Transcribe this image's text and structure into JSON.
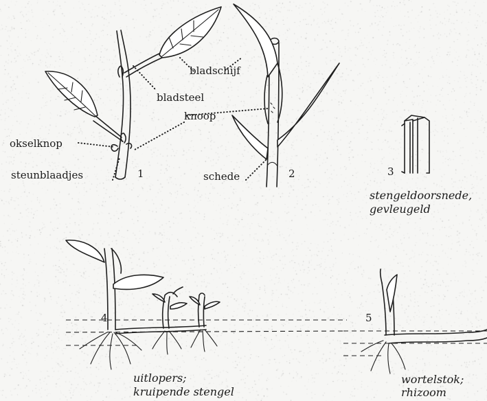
{
  "labels": {
    "bladschijf": "bladschijf",
    "bladsteel": "bladsteel",
    "knoop": "knoop",
    "okselknop": "okselknop",
    "steunblaadjes": "steunblaadjes",
    "schede": "schede"
  },
  "numbers": {
    "fig1": "1",
    "fig2": "2",
    "fig3": "3",
    "fig4": "4",
    "fig5": "5"
  },
  "captions": {
    "fig3_line1": "stengeldoorsnede,",
    "fig3_line2": "gevleugeld",
    "fig4_line1": "uitlopers;",
    "fig4_line2": "kruipende stengel",
    "fig5_line1": "wortelstok;",
    "fig5_line2": "rhizoom"
  }
}
